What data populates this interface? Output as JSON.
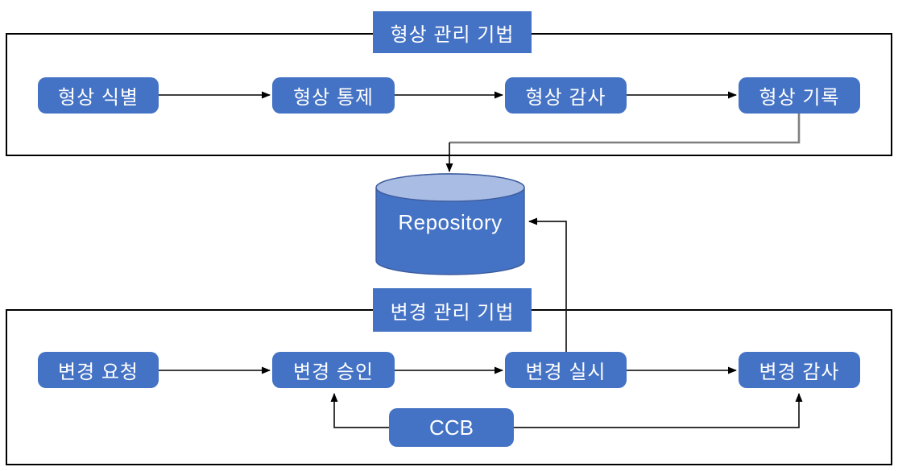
{
  "colors": {
    "background": "#FFFFFF",
    "node-fill": "#4472C4",
    "node-text": "#FFFFFF",
    "cylinder-top-fill": "#A9BCE4",
    "cylinder-stroke": "#3D5C9E",
    "connector-gray": "#7F7F7F",
    "line-dark": "#1A1A1A",
    "frame-border": "#000000"
  },
  "top_section": {
    "title": "형상 관리 기법",
    "boxes": [
      "형상 식별",
      "형상 통제",
      "형상 감사",
      "형상 기록"
    ]
  },
  "bottom_section": {
    "title": "변경 관리 기법",
    "boxes": [
      "변경 요청",
      "변경 승인",
      "변경 실시",
      "변경 감사"
    ]
  },
  "repository": {
    "label": "Repository"
  },
  "ccb": {
    "label": "CCB"
  }
}
